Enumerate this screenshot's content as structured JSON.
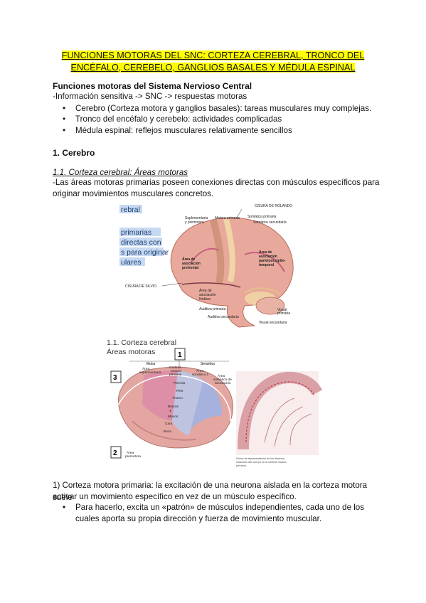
{
  "title": {
    "line1": "FUNCIONES MOTORAS DEL SNC: CORTEZA CEREBRAL, TRONCO DEL",
    "line2": "ENCÉFALO, CEREBELO, GANGLIOS BASALES Y MÉDULA ESPINAL"
  },
  "section_intro": {
    "heading": "Funciones motoras del Sistema Nervioso Central",
    "line": "-Información sensitiva -> SNC -> respuestas motoras",
    "bullets": [
      "Cerebro (Corteza motora y ganglios basales): tareas musculares muy complejas.",
      "Tronco del encéfalo y cerebelo: actividades complicadas",
      "Médula espinal: reflejos musculares relativamente sencillos"
    ]
  },
  "section1": {
    "heading": "1. Cerebro",
    "subheading": "1.1. Corteza cerebral: Áreas motoras",
    "para_line1": "-Las áreas motoras primarias poseen conexiones directas con músculos específicos para",
    "para_line2": "originar movimientos musculares concretos."
  },
  "figure1": {
    "side_text": [
      "rebral",
      "primarias",
      "directas con",
      "s para originar",
      "ulares"
    ],
    "labels": {
      "rolando": "CISURA DE ROLANDO",
      "suplementaria": "Suplementaria\ny premotora",
      "motora_primaria": "Motora primaria",
      "somatica_primaria": "Somática primaria",
      "somatica_secundaria": "Somática secundaria",
      "asoc_prefrontal": "Área de asociación prefrontal",
      "asoc_parieto": "Área de asociación parietooccipito-temporal",
      "silvio": "CISURA DE SILVIO",
      "asoc_limbica": "Área de asociación límbica",
      "auditiva_primaria": "Auditiva primaria",
      "auditiva_secundaria": "Auditiva secundaria",
      "visual_primaria": "Visual primaria",
      "visual_secundaria": "Visual secundaria"
    }
  },
  "figure2": {
    "title1": "1.1. Corteza cerebral",
    "title2": "Áreas motoras",
    "num1": "1",
    "num2": "2",
    "num3": "3",
    "motor": "Motor",
    "sensitivo": "Sensitivo",
    "area_suplementaria": "Área suplementaria",
    "corteza_motora": "Corteza motora primaria",
    "area_somatica": "Área somática 1",
    "area_asoc": "Área somática de asociación",
    "piernas": "Piernas",
    "pies": "Pies",
    "tronco": "Tronco",
    "brazos": "Brazos",
    "manos": "Manos",
    "cara": "Cara",
    "boca": "Boca",
    "premotora": "Área premotora",
    "caption": "Grado de representación de los diversos músculos del cuerpo en la corteza motora primaria."
  },
  "section_motora": {
    "para_line1": "1) Corteza motora primaria: la excitación de una neurona aislada en la corteza motora suele",
    "para_line2": "activar un movimiento específico en vez de un músculo específico.",
    "bullet_line1": "Para hacerlo, excita un «patrón» de músculos independientes, cada uno de los",
    "bullet_line2": "cuales aporta su propia dirección y fuerza de movimiento muscular."
  }
}
